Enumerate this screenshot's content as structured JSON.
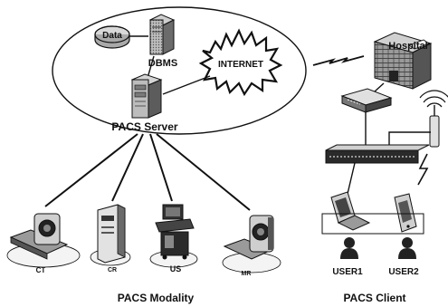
{
  "core": {
    "data_label": "Data",
    "dbms_label": "DBMS",
    "internet_label": "INTERNET",
    "server_label": "PACS Server"
  },
  "modalities": {
    "ct": "CT",
    "cr": "CR",
    "us": "US",
    "mr": "MR",
    "group_label": "PACS Modality"
  },
  "client": {
    "hospital_label": "Hospital",
    "user1": "USER1",
    "user2": "USER2",
    "group_label": "PACS Client"
  },
  "colors": {
    "ink": "#111111",
    "gray_dark": "#3a3a3a",
    "gray_mid": "#8a8a8a",
    "gray_light": "#c8c8c8",
    "paper": "#ffffff"
  }
}
